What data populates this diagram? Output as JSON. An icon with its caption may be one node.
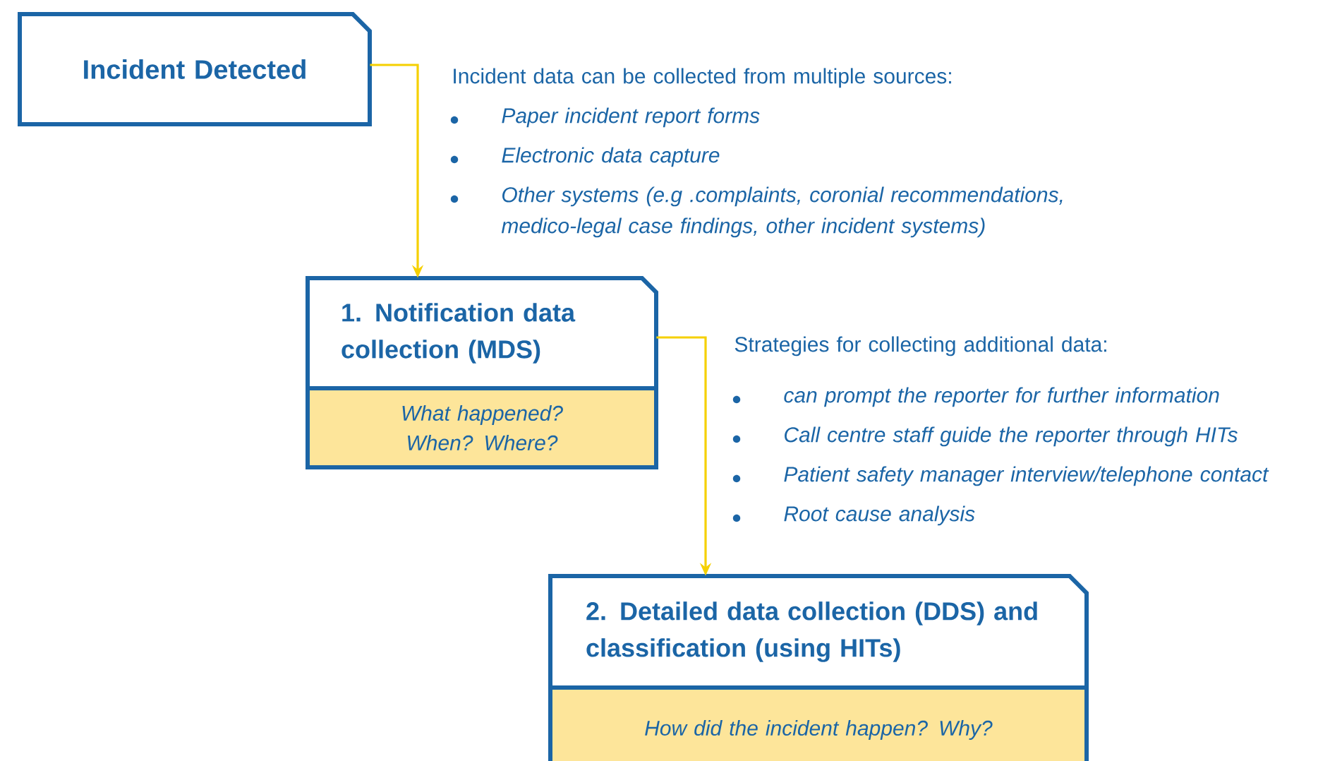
{
  "diagram": {
    "nodes": [
      {
        "text": [
          "Incident Detected"
        ]
      },
      {
        "text": [
          "1. Notification data collection (MDS)",
          "What happened? When? Where?"
        ]
      },
      {
        "text": [
          "2. Detailed data collection (DDS) and classification (using HITs)",
          "How did the incident happen? Why?"
        ]
      }
    ],
    "edges": [
      {
        "from": 0,
        "to": 1,
        "arrow": "to"
      },
      {
        "from": 1,
        "to": 2,
        "arrow": "to"
      }
    ],
    "labels": [
      "Incident data can be collected from multiple sources:",
      "Paper incident report forms",
      "Electronic data capture",
      "Other systems (e.g .complaints, coronial recommendations, medico-legal case findings, other incident systems)",
      "Strategies for collecting additional data:",
      "can prompt the reporter for further information",
      "Call centre staff guide the reporter through HITs",
      "Patient safety manager interview/telephone contact",
      "Root cause analysis"
    ]
  }
}
